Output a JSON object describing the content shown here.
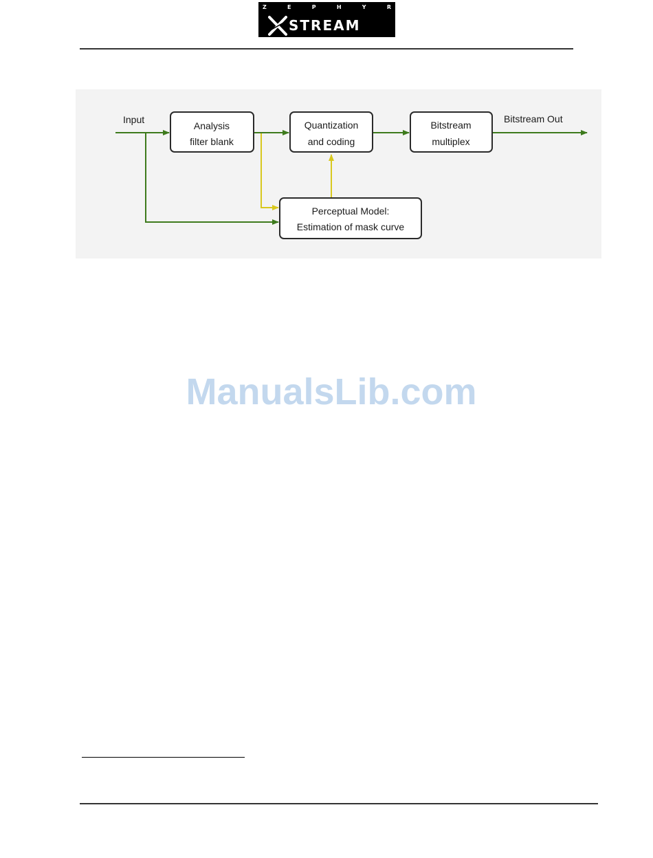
{
  "header": {
    "logo_top_letters": [
      "Z",
      "E",
      "P",
      "H",
      "Y",
      "R"
    ],
    "logo_word": "STREAM",
    "logo_initial": "X"
  },
  "diagram": {
    "input_label": "Input",
    "output_label": "Bitstream Out",
    "blocks": {
      "analysis": [
        "Analysis",
        "filter blank"
      ],
      "quantization": [
        "Quantization",
        "and coding"
      ],
      "bitstream": [
        "Bitstream",
        "multiplex"
      ],
      "perceptual": [
        "Perceptual Model:",
        "Estimation of mask curve"
      ]
    },
    "colors": {
      "signal_path": "#3d7a1c",
      "control_path": "#d8c81e",
      "box_border": "#2a2a2a",
      "box_fill": "#ffffff"
    }
  },
  "watermark": {
    "text": "ManualsLib.com",
    "color": "#c3d8ee"
  }
}
